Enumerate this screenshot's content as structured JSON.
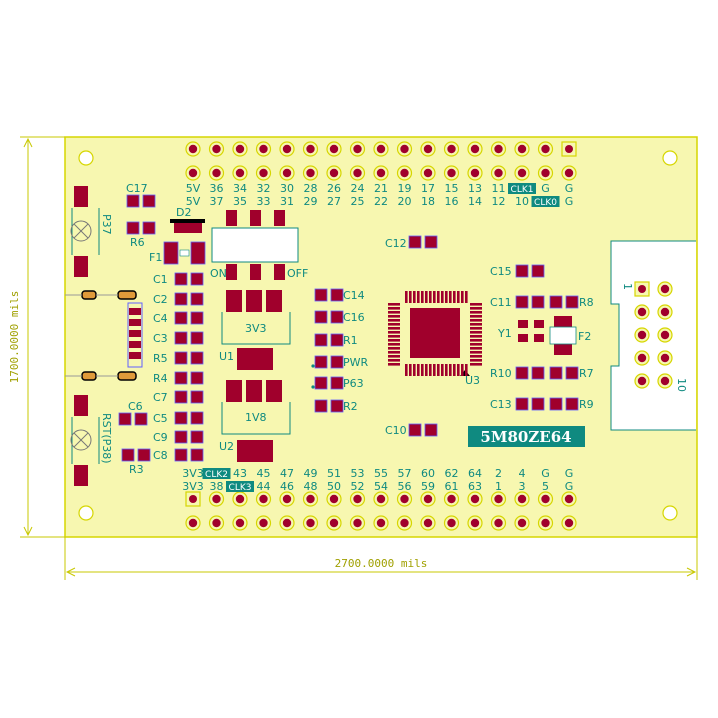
{
  "dimensions": {
    "height_label": "1700.0000 mils",
    "width_label": "2700.0000 mils"
  },
  "header_top": {
    "row1": [
      "5V",
      "36",
      "34",
      "32",
      "30",
      "28",
      "26",
      "24",
      "21",
      "19",
      "17",
      "15",
      "13",
      "11",
      "CLK1",
      "G",
      "G"
    ],
    "row2": [
      "5V",
      "37",
      "35",
      "33",
      "31",
      "29",
      "27",
      "25",
      "22",
      "20",
      "18",
      "16",
      "14",
      "12",
      "10",
      "CLK0",
      "G"
    ]
  },
  "header_bottom": {
    "row1": [
      "3V3",
      "CLK2",
      "43",
      "45",
      "47",
      "49",
      "51",
      "53",
      "55",
      "57",
      "60",
      "62",
      "64",
      "2",
      "4",
      "G",
      "G"
    ],
    "row2": [
      "3V3",
      "38",
      "CLK3",
      "44",
      "46",
      "48",
      "50",
      "52",
      "54",
      "56",
      "59",
      "61",
      "63",
      "1",
      "3",
      "5",
      "G"
    ]
  },
  "components": {
    "c17": "C17",
    "r6": "R6",
    "d2": "D2",
    "f1": "F1",
    "p37": "P37",
    "rst": "RST(P38)",
    "c1": "C1",
    "c2": "C2",
    "c4": "C4",
    "c3": "C3",
    "r5": "R5",
    "r4": "R4",
    "c7": "C7",
    "c5": "C5",
    "c9": "C9",
    "c8": "C8",
    "c6": "C6",
    "r3": "R3",
    "on": "ON",
    "off": "OFF",
    "reg1": "3V3",
    "u1": "U1",
    "reg2": "1V8",
    "u2": "U2",
    "c14": "C14",
    "c16": "C16",
    "r1": "R1",
    "pwr": "PWR",
    "p63": "P63",
    "r2": "R2",
    "c12": "C12",
    "c10": "C10",
    "u3": "U3",
    "c15": "C15",
    "c11": "C11",
    "r8": "R8",
    "y1": "Y1",
    "f2": "F2",
    "r10": "R10",
    "r7": "R7",
    "c13": "C13",
    "r9": "R9",
    "chip": "5M80ZE64",
    "jtag1": "1",
    "jtag10": "10"
  },
  "colors": {
    "pad": "#a0002c",
    "silk": "#0f8a80",
    "outline": "#d6d600",
    "pad_stroke": "#6060ff"
  }
}
